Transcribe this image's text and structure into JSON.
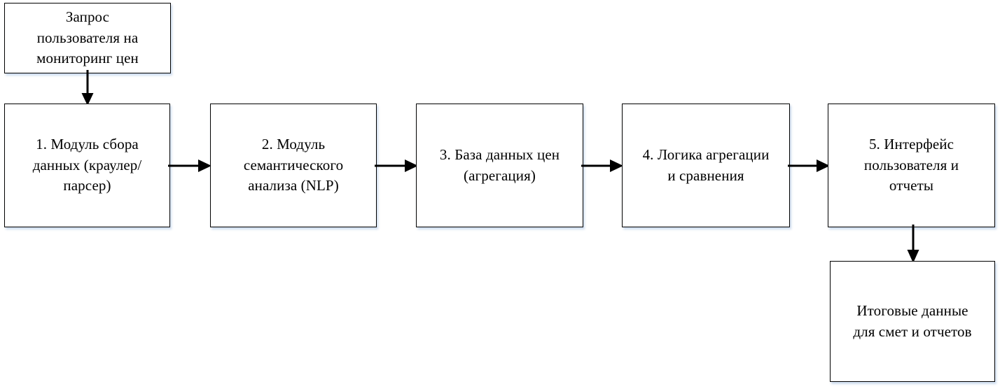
{
  "diagram": {
    "type": "flowchart",
    "orientation": "left-to-right pipeline with vertical entry and exit",
    "language": "ru",
    "nodes": [
      {
        "id": "request",
        "label": "Запрос\nпользователя на\nмониторинг цен",
        "shape": "rectangle"
      },
      {
        "id": "collector",
        "label": "1. Модуль сбора\nданных (краулер/\nпарсер)",
        "shape": "rectangle"
      },
      {
        "id": "nlp",
        "label": "2. Модуль\nсемантического\nанализа (NLP)",
        "shape": "rectangle"
      },
      {
        "id": "database",
        "label": "3. База данных цен\n(агрегация)",
        "shape": "rectangle"
      },
      {
        "id": "logic",
        "label": "4. Логика агрегации\nи сравнения",
        "shape": "rectangle"
      },
      {
        "id": "interface",
        "label": "5. Интерфейс\nпользователя и\nотчеты",
        "shape": "rectangle"
      },
      {
        "id": "output",
        "label": "Итоговые данные\nдля смет и отчетов",
        "shape": "rectangle"
      }
    ],
    "edges": [
      {
        "from": "request",
        "to": "collector",
        "direction": "down",
        "style": "solid-arrow"
      },
      {
        "from": "collector",
        "to": "nlp",
        "direction": "right",
        "style": "solid-arrow"
      },
      {
        "from": "nlp",
        "to": "database",
        "direction": "right",
        "style": "solid-arrow"
      },
      {
        "from": "database",
        "to": "logic",
        "direction": "right",
        "style": "solid-arrow"
      },
      {
        "from": "logic",
        "to": "interface",
        "direction": "right",
        "style": "solid-arrow"
      },
      {
        "from": "interface",
        "to": "output",
        "direction": "down",
        "style": "solid-arrow"
      }
    ],
    "colors": {
      "background": "#ffffff",
      "node_fill": "#ffffff",
      "node_border": "#000000",
      "text": "#000000",
      "shadow": "#c5d6ec",
      "arrow": "#000000"
    }
  }
}
